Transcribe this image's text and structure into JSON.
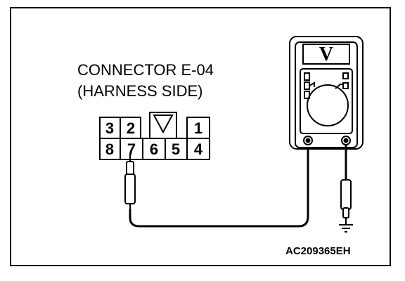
{
  "connector": {
    "title_line1": "CONNECTOR E-04",
    "title_line2": "(HARNESS SIDE)",
    "top_row_pins": [
      "3",
      "2",
      "1"
    ],
    "bottom_row_pins": [
      "8",
      "7",
      "6",
      "5",
      "4"
    ]
  },
  "meter": {
    "display_symbol": "V"
  },
  "figure_ref": "AC209365EH",
  "colors": {
    "line": "#000000",
    "background": "#ffffff"
  }
}
